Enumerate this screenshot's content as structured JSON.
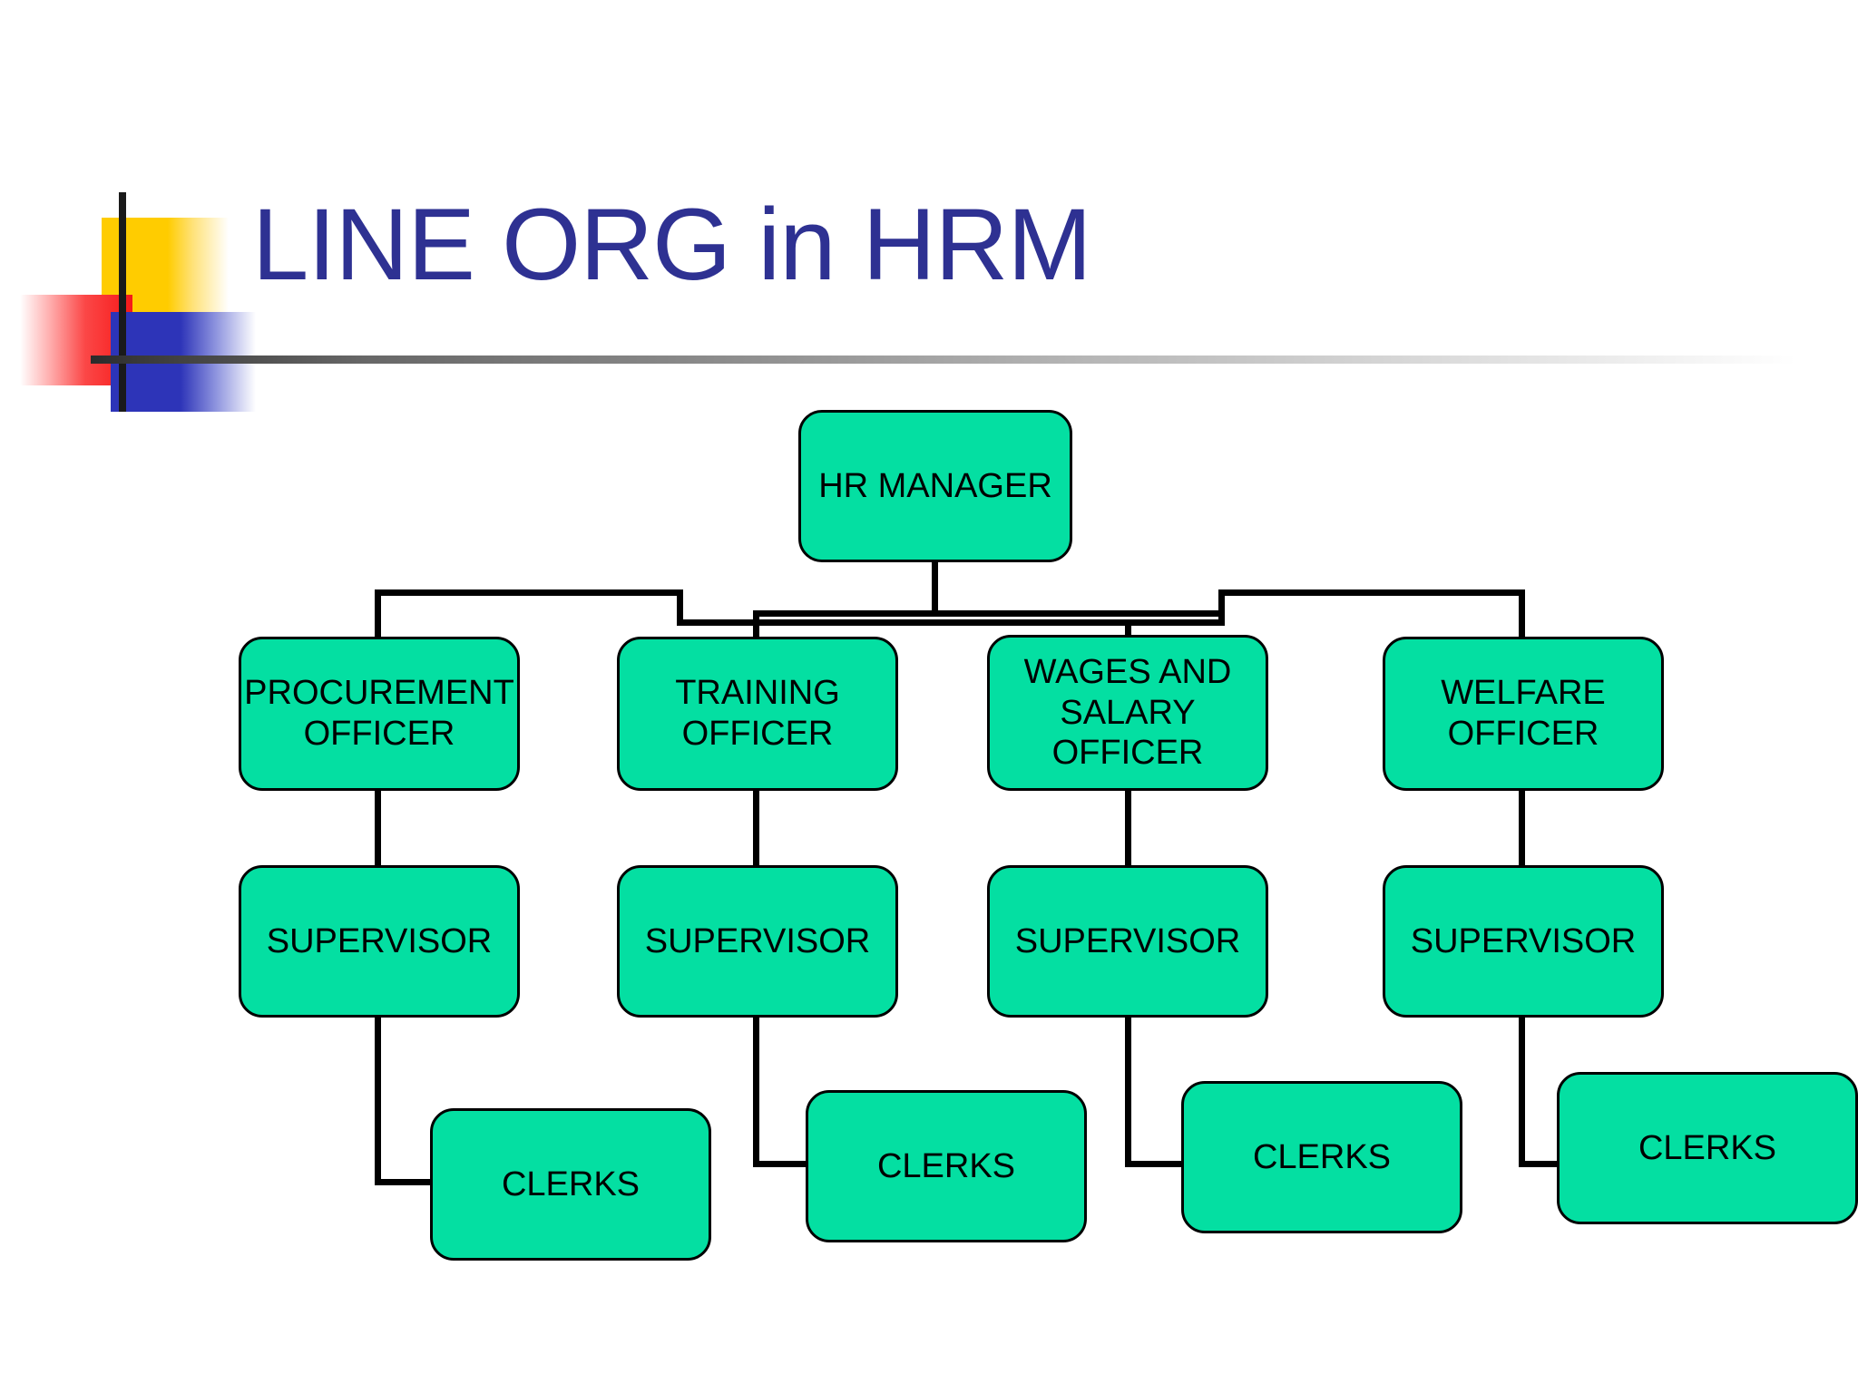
{
  "slide": {
    "title": "LINE ORG in HRM",
    "background_color": "#ffffff",
    "title_color": "#2E3192",
    "node_fill_color": "#04DFA2",
    "node_border_color": "#000000",
    "connector_color": "#000000"
  },
  "decor": {
    "yellow_block": "yellow-gradient-block",
    "blue_block": "blue-gradient-block",
    "red_block": "red-gradient-block",
    "vertical_rule": "black-vertical-rule",
    "horizontal_rule": "gray-gradient-horizontal-rule"
  },
  "chart": {
    "root": {
      "label": "HR MANAGER"
    },
    "officers": [
      {
        "label": "PROCUREMENT\nOFFICER",
        "line1": "PROCUREMENT",
        "line2": "OFFICER"
      },
      {
        "label": "TRAINING\nOFFICER",
        "line1": "TRAINING",
        "line2": "OFFICER"
      },
      {
        "label": "WAGES AND\nSALARY\nOFFICER",
        "line1": "WAGES AND",
        "line2": "SALARY",
        "line3": "OFFICER"
      },
      {
        "label": "WELFARE\nOFFICER",
        "line1": "WELFARE",
        "line2": "OFFICER"
      }
    ],
    "supervisors": [
      {
        "label": "SUPERVISOR"
      },
      {
        "label": "SUPERVISOR"
      },
      {
        "label": "SUPERVISOR"
      },
      {
        "label": "SUPERVISOR"
      }
    ],
    "clerks": [
      {
        "label": "CLERKS"
      },
      {
        "label": "CLERKS"
      },
      {
        "label": "CLERKS"
      },
      {
        "label": "CLERKS"
      }
    ]
  }
}
